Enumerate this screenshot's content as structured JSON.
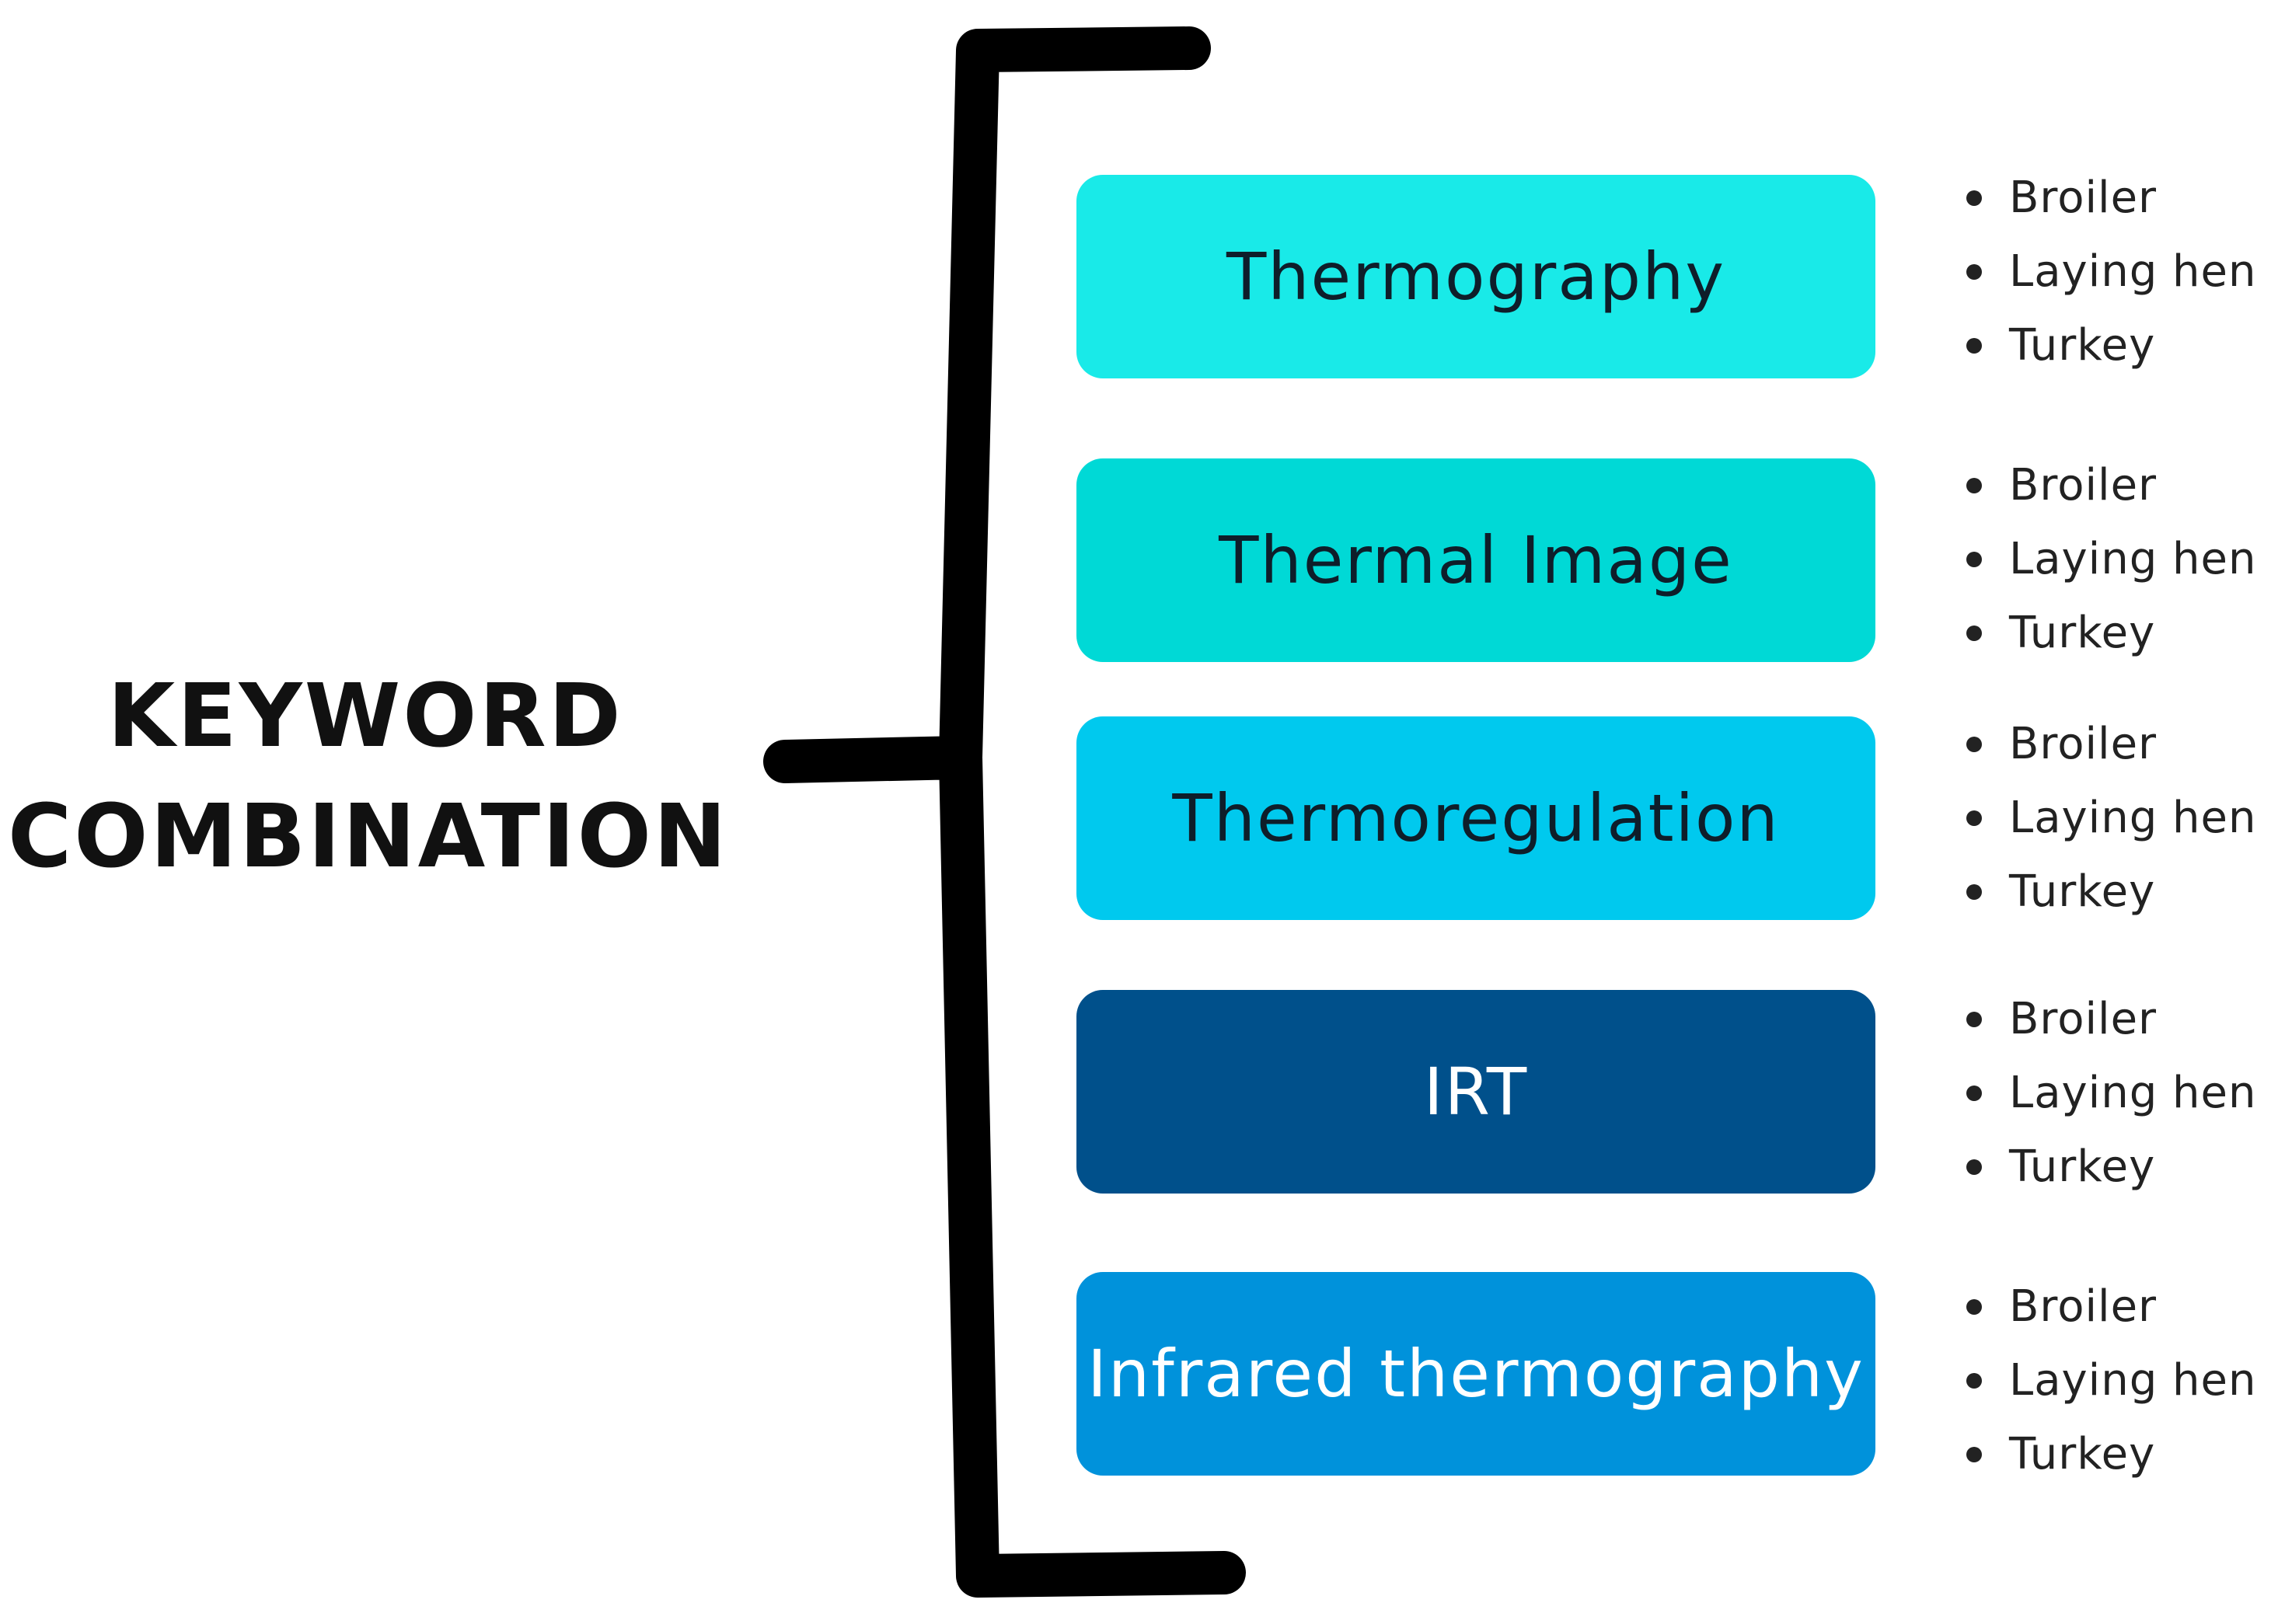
{
  "title": {
    "line1": "KEYWORD",
    "line2": "COMBINATION"
  },
  "keywords": [
    {
      "label": "Thermography",
      "bg": "#19EAE8",
      "fg": "#0E1E2A"
    },
    {
      "label": "Thermal Image",
      "bg": "#00D9D6",
      "fg": "#0E1E2A"
    },
    {
      "label": "Thermoregulation",
      "bg": "#00C9EE",
      "fg": "#0E1E2A"
    },
    {
      "label": "IRT",
      "bg": "#00508B",
      "fg": "#FFFFFF"
    },
    {
      "label": "Infrared thermography",
      "bg": "#0092DB",
      "fg": "#FFFFFF"
    }
  ],
  "species_lists": [
    [
      "Broiler",
      "Laying hen",
      "Turkey"
    ],
    [
      "Broiler",
      "Laying hen",
      "Turkey"
    ],
    [
      "Broiler",
      "Laying hen",
      "Turkey"
    ],
    [
      "Broiler",
      "Laying hen",
      "Turkey"
    ],
    [
      "Broiler",
      "Laying hen",
      "Turkey"
    ]
  ],
  "bracket_color": "#000000"
}
